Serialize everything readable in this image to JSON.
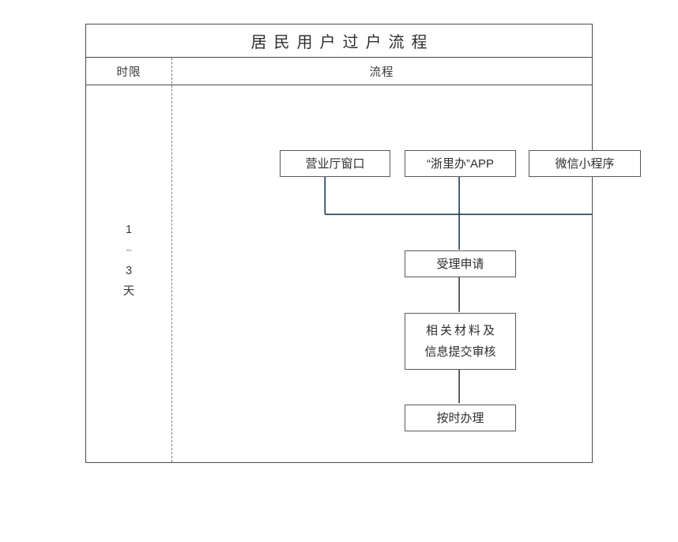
{
  "document": {
    "title": "居民用户过户流程"
  },
  "table": {
    "columns": [
      {
        "key": "duration",
        "header": "时限"
      },
      {
        "key": "flow",
        "header": "流程"
      }
    ],
    "duration": {
      "lines": [
        "1",
        "~",
        "3",
        "天"
      ],
      "full_text": "1~3天"
    }
  },
  "flowchart": {
    "type": "flowchart",
    "orientation": "top-down",
    "entry_nodes": [
      {
        "id": "hall",
        "label": "营业厅窗口"
      },
      {
        "id": "app",
        "label": "“浙里办”APP"
      },
      {
        "id": "wechat",
        "label": "微信小程序"
      }
    ],
    "sequence_nodes": [
      {
        "id": "accept",
        "lines": [
          "受理申请"
        ]
      },
      {
        "id": "materials",
        "lines": [
          "相关材料及",
          "信息提交审核"
        ]
      },
      {
        "id": "handle",
        "lines": [
          "按时办理"
        ]
      }
    ],
    "edges": [
      {
        "from": "hall",
        "to": "merge"
      },
      {
        "from": "app",
        "to": "merge"
      },
      {
        "from": "wechat",
        "to": "merge"
      },
      {
        "from": "merge",
        "to": "accept"
      },
      {
        "from": "accept",
        "to": "materials"
      },
      {
        "from": "materials",
        "to": "handle"
      }
    ],
    "colors": {
      "connector": "#1d3b52",
      "node_border": "#5a5a5a",
      "table_border": "#4a4a4a",
      "divider_dashed": "#7d7d7d",
      "text": "#2e2e2e",
      "background": "#ffffff"
    }
  }
}
